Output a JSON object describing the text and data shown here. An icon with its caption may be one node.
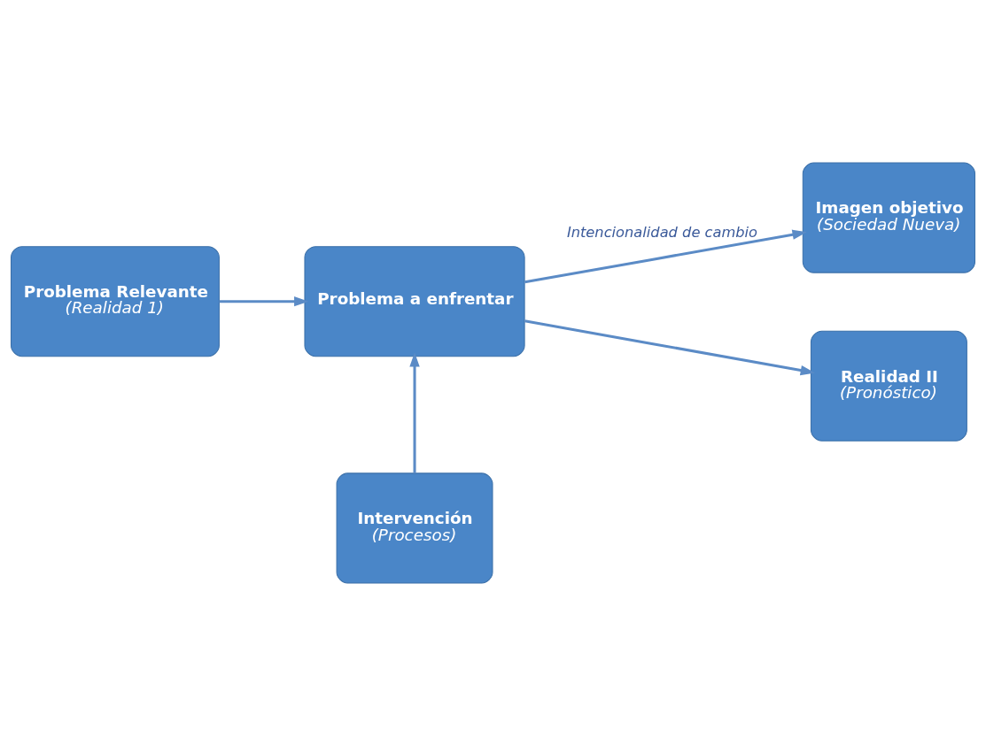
{
  "diagram": {
    "nodes": [
      {
        "text": [
          "Problema Relevante",
          "(Realidad 1)"
        ]
      },
      {
        "text": [
          "Problema a enfrentar"
        ]
      },
      {
        "text": [
          "Imagen objetivo",
          "(Sociedad Nueva)"
        ]
      },
      {
        "text": [
          "Realidad II",
          "(Pronóstico)"
        ]
      },
      {
        "text": [
          "Intervención",
          "(Procesos)"
        ]
      }
    ],
    "edges": [
      {
        "from": 0,
        "to": 1,
        "arrow": "to"
      },
      {
        "from": 1,
        "to": 2,
        "arrow": "to",
        "label": "Intencionalidad de cambio"
      },
      {
        "from": 1,
        "to": 3,
        "arrow": "to"
      },
      {
        "from": 4,
        "to": 1,
        "arrow": "to"
      }
    ]
  }
}
